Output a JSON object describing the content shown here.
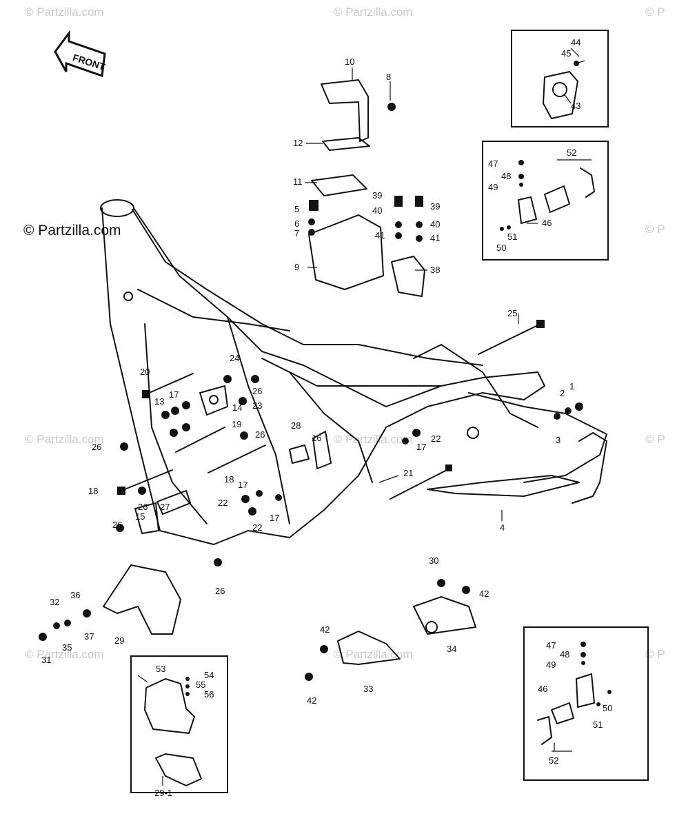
{
  "watermark": {
    "text": "© Partzilla.com",
    "text_short": "© P"
  },
  "front_badge": "FRONT",
  "labels": {
    "l1": "1",
    "l2": "2",
    "l3": "3",
    "l4": "4",
    "l5": "5",
    "l6": "6",
    "l7": "7",
    "l8": "8",
    "l9": "9",
    "l10": "10",
    "l11": "11",
    "l12": "12",
    "l13": "13",
    "l14": "14",
    "l15": "15",
    "l16": "16",
    "l17": "17",
    "l18": "18",
    "l19": "19",
    "l20": "20",
    "l21": "21",
    "l22": "22",
    "l23": "23",
    "l24": "24",
    "l25": "25",
    "l26": "26",
    "l27": "27",
    "l28": "28",
    "l29": "29",
    "l29_1": "29-1",
    "l30": "30",
    "l31": "31",
    "l32": "32",
    "l33": "33",
    "l34": "34",
    "l35": "35",
    "l36": "36",
    "l37": "37",
    "l38": "38",
    "l39": "39",
    "l40": "40",
    "l41": "41",
    "l42": "42",
    "l43": "43",
    "l44": "44",
    "l45": "45",
    "l46": "46",
    "l47": "47",
    "l48": "48",
    "l49": "49",
    "l50": "50",
    "l51": "51",
    "l52": "52",
    "l53": "53",
    "l54": "54",
    "l55": "55",
    "l56": "56"
  }
}
